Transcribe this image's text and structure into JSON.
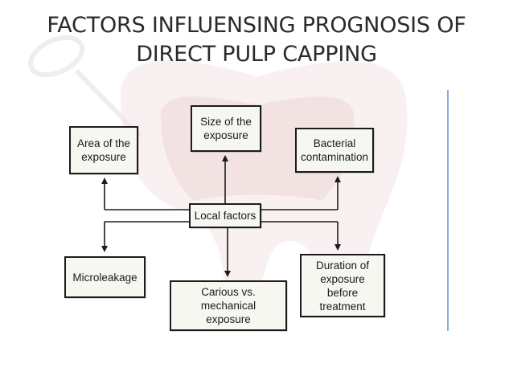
{
  "title": {
    "line1": "FACTORS INFLUENSING PROGNOSIS OF",
    "line2": "DIRECT PULP CAPPING"
  },
  "diagram": {
    "center": "Local factors",
    "nodes": [
      {
        "id": "area",
        "label": "Area of the\nexposure"
      },
      {
        "id": "size",
        "label": "Size of the\nexposure"
      },
      {
        "id": "bacterial",
        "label": "Bacterial\ncontamination"
      },
      {
        "id": "microleakage",
        "label": "Microleakage"
      },
      {
        "id": "carious",
        "label": "Carious vs. mechanical\nexposure"
      },
      {
        "id": "duration",
        "label": "Duration of\nexposure before\ntreatment"
      }
    ]
  },
  "colors": {
    "background": "#ffffff",
    "title_text": "#2a2a2a",
    "box_border": "#1c1c1c",
    "box_fill": "#f7f7f2",
    "tooth_watermark": "#e8c9c9",
    "side_line": "#8fa9d8"
  }
}
